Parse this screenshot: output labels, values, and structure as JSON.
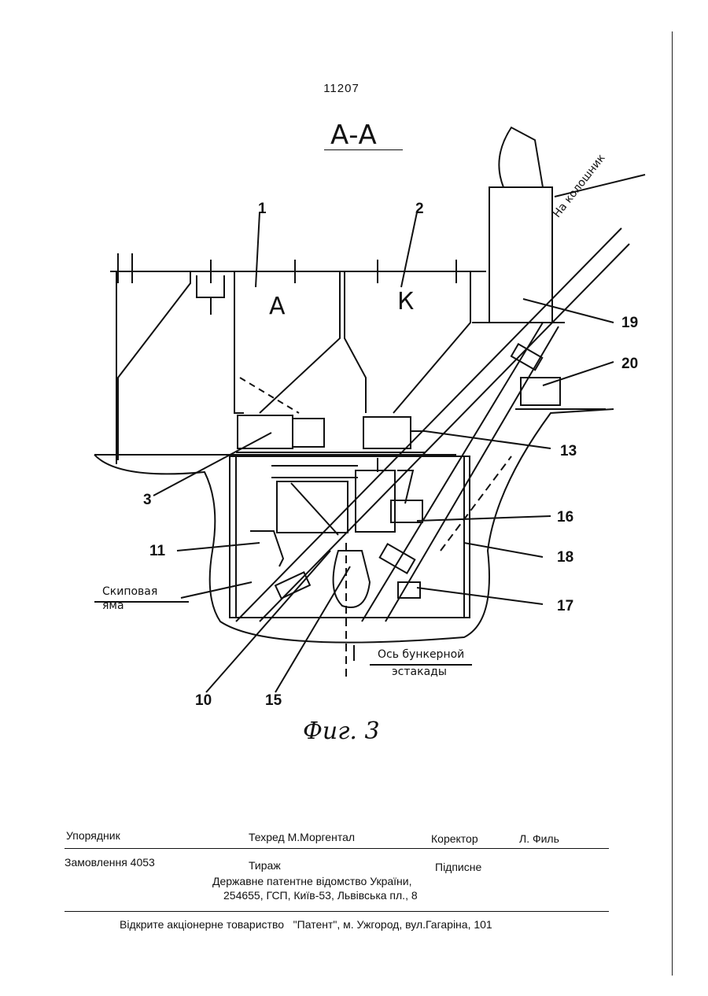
{
  "page_number": "11207",
  "section_label": "А-А",
  "figure_caption": "Фиг. 3",
  "compartments": {
    "a": "А",
    "k": "К"
  },
  "callouts": [
    "1",
    "2",
    "3",
    "10",
    "11",
    "13",
    "15",
    "16",
    "17",
    "18",
    "19",
    "20"
  ],
  "annotations": {
    "to_top": "На колошник",
    "skip_pit_line1": "Скиповая",
    "skip_pit_line2": "яма",
    "axis_line1": "Ось бункерной",
    "axis_line2": "эстакады"
  },
  "footer": {
    "compiler_label": "Упорядник",
    "techred": "Техред М.Моргентал",
    "corrector_label": "Коректор",
    "corrector_name": "Л. Филь",
    "order": "Замовлення  4053",
    "circulation": "Тираж",
    "subscription": "Підписне",
    "office_line1": "Державне  патентне  відомство  України,",
    "office_line2": "254655, ГСП, Київ-53, Львівська пл., 8",
    "publisher": "Відкрите акціонерне товариство   \"Патент\", м. Ужгород, вул.Гагаріна, 101"
  }
}
